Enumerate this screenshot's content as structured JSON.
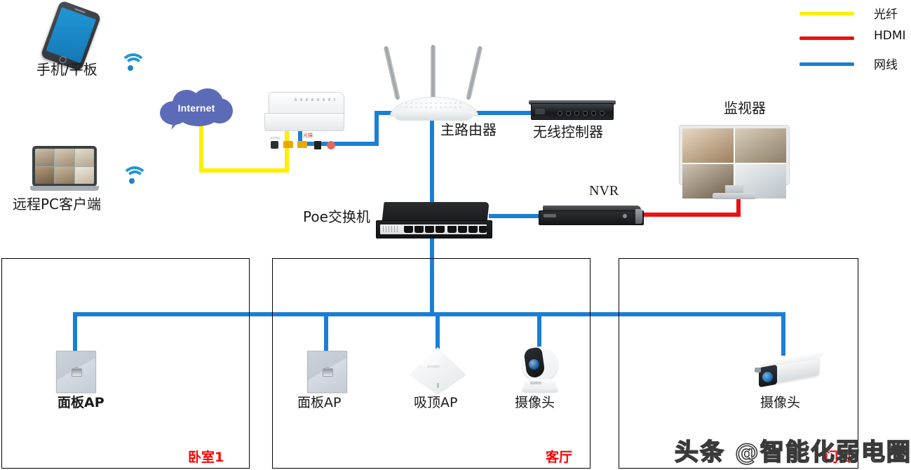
{
  "legend": {
    "items": [
      {
        "label": "光纤",
        "color": "#ffee00",
        "icon": "line-fiber"
      },
      {
        "label": "HDMI",
        "color": "#ee1111",
        "icon": "line-hdmi"
      },
      {
        "label": "网线",
        "color": "#1a7fd4",
        "icon": "line-ethernet"
      }
    ]
  },
  "nodes": {
    "phone": {
      "label": "手机/平板",
      "icon": "smartphone-icon",
      "wifi": "wifi-icon"
    },
    "pc": {
      "label": "远程PC客户端",
      "icon": "laptop-icon",
      "wifi": "wifi-icon"
    },
    "internet": {
      "label": "Internet",
      "icon": "cloud-icon",
      "color": "#5c6bb8"
    },
    "modem": {
      "label": "",
      "port_label": "光猫",
      "icon": "optical-modem-icon"
    },
    "router": {
      "label": "主路由器",
      "icon": "wireless-router-icon"
    },
    "controller": {
      "label": "无线控制器",
      "icon": "rack-controller-icon"
    },
    "monitor": {
      "label": "监视器",
      "icon": "display-monitor-icon"
    },
    "poe_switch": {
      "label": "Poe交换机",
      "icon": "poe-switch-icon"
    },
    "nvr": {
      "label": "NVR",
      "icon": "nvr-icon"
    }
  },
  "rooms": [
    {
      "name": "卧室1",
      "devices": [
        {
          "label": "面板AP",
          "icon": "panel-ap-icon"
        }
      ]
    },
    {
      "name": "客厅",
      "devices": [
        {
          "label": "面板AP",
          "icon": "panel-ap-icon"
        },
        {
          "label": "吸顶AP",
          "icon": "ceiling-ap-icon"
        },
        {
          "label": "摄像头",
          "icon": "ptz-camera-icon"
        }
      ]
    },
    {
      "name": "门口",
      "devices": [
        {
          "label": "摄像头",
          "icon": "bullet-camera-icon"
        }
      ]
    }
  ],
  "watermark": {
    "text": "头条 @智能化弱电圈"
  }
}
